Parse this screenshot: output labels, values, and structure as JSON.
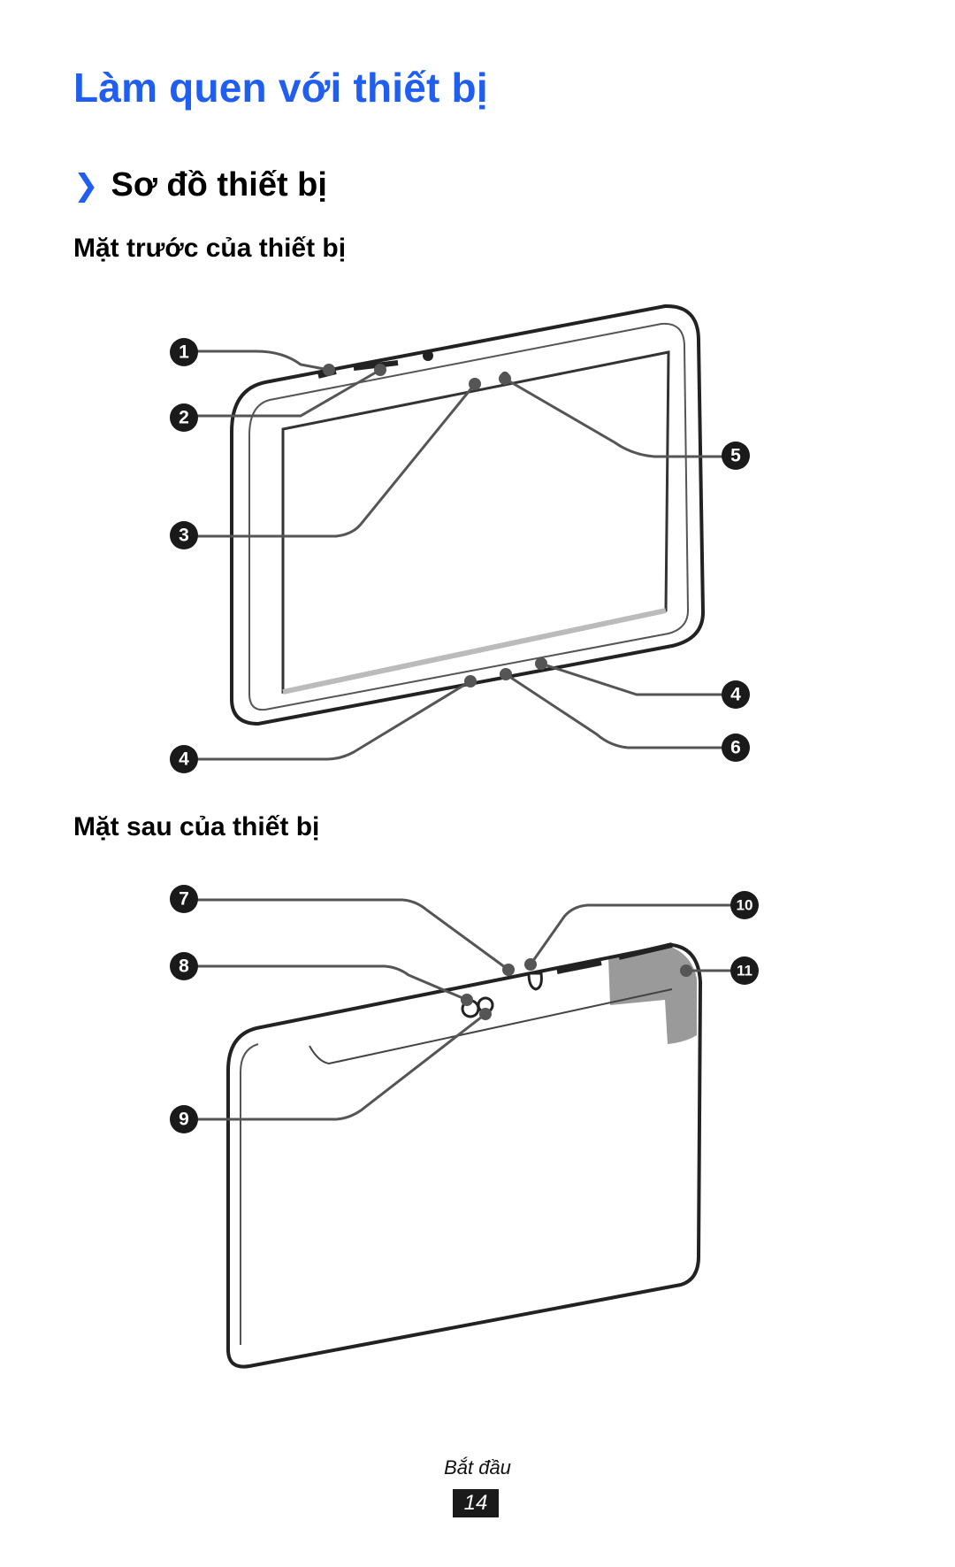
{
  "page": {
    "title": "Làm quen với thiết bị",
    "section": {
      "chevron": "❯",
      "label": "Sơ đồ thiết bị"
    },
    "front_heading": "Mặt trước của thiết bị",
    "back_heading": "Mặt sau của thiết bị",
    "footer_label": "Bắt đầu",
    "page_number": "14"
  },
  "diagram": {
    "front_callouts": [
      "1",
      "2",
      "3",
      "4",
      "5",
      "4",
      "6"
    ],
    "back_callouts": [
      "7",
      "8",
      "9",
      "10",
      "11"
    ]
  },
  "colors": {
    "accent": "#1f5ef0",
    "callout": "#1a1a1a",
    "highlight": "#9a9a9a"
  }
}
